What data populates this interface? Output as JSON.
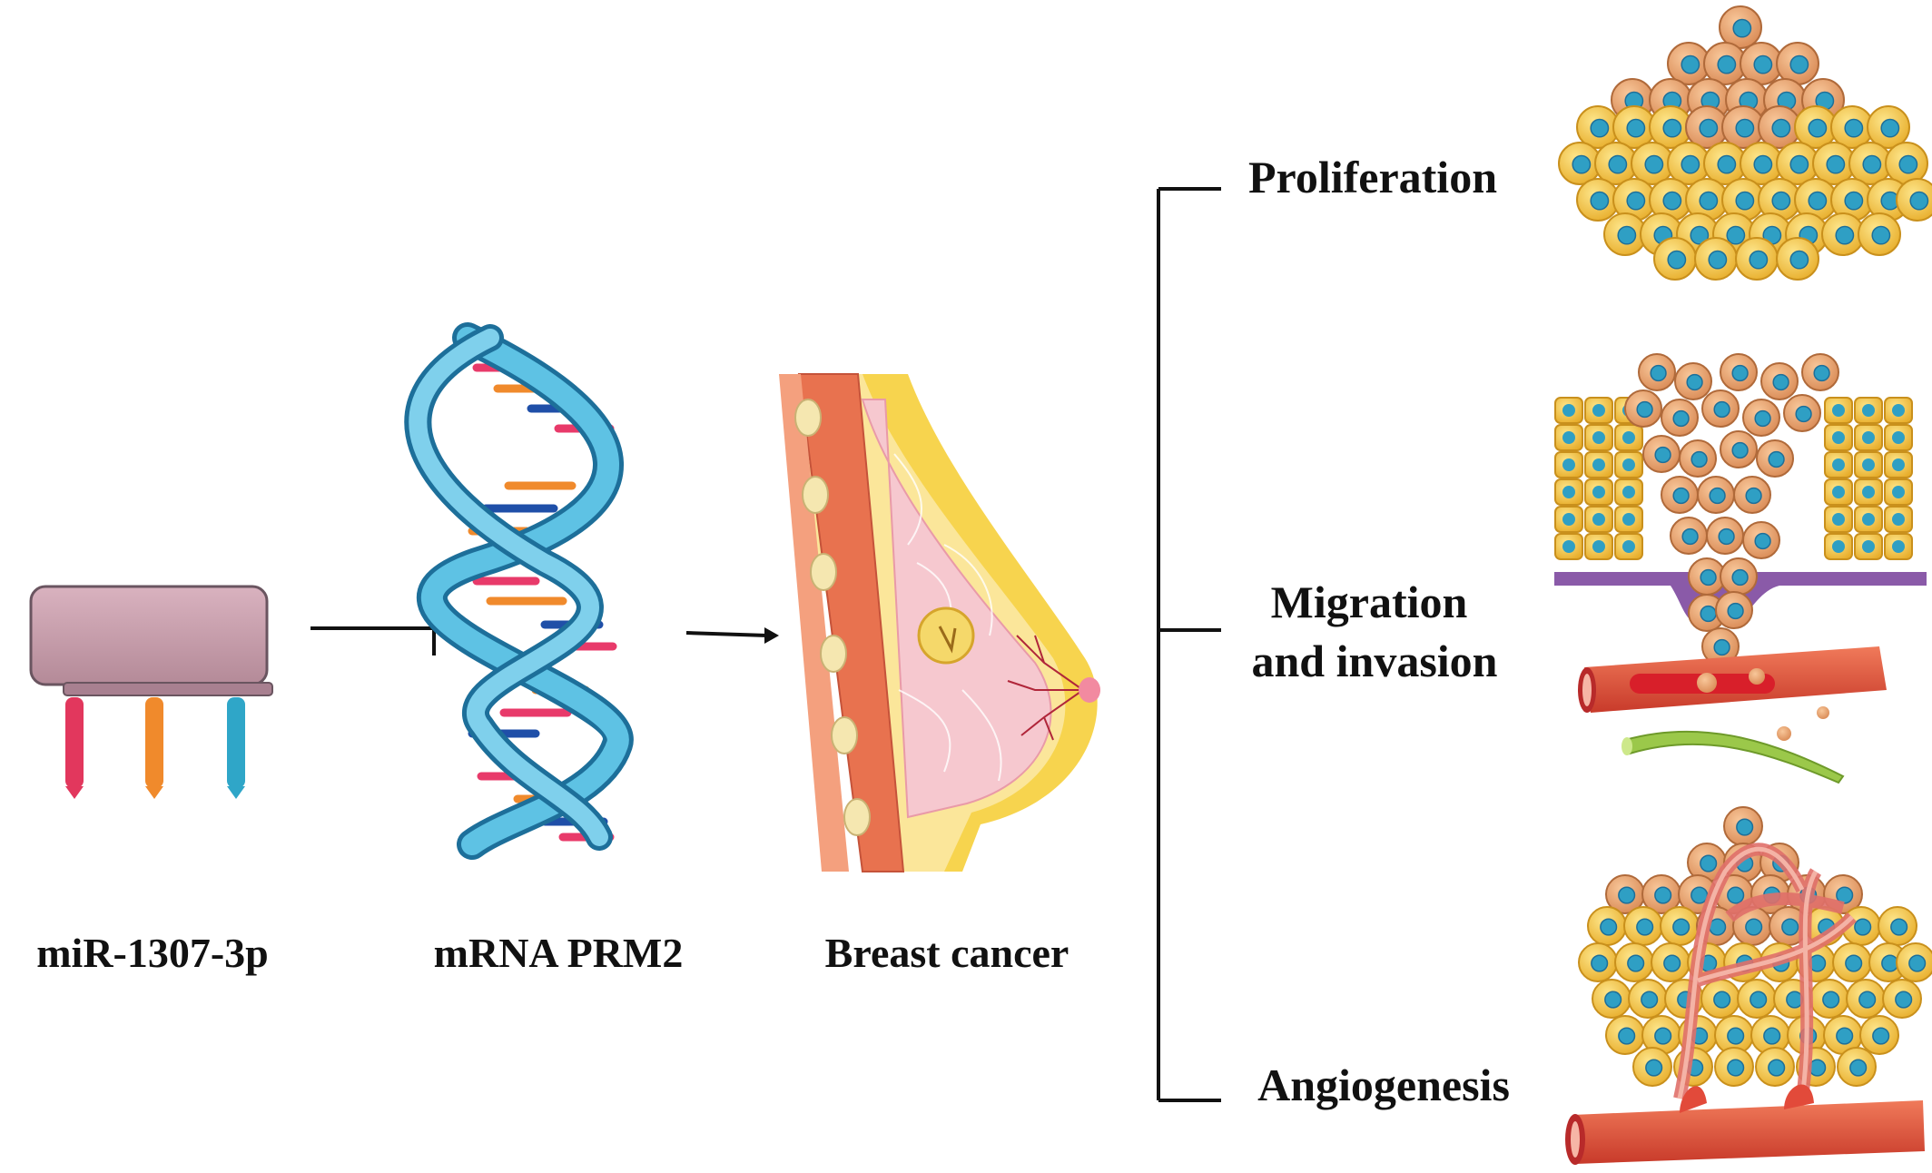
{
  "diagram": {
    "nodes": {
      "mirna": {
        "label": "miR-1307-3p",
        "icon": "microrna-icon"
      },
      "mrna": {
        "label": "mRNA PRM2",
        "icon": "rna-helix-icon"
      },
      "breast_cancer": {
        "label": "Breast cancer",
        "icon": "breast-anatomy-icon"
      }
    },
    "relations": [
      {
        "from": "mirna",
        "to": "mrna",
        "type": "inhibits"
      },
      {
        "from": "mrna",
        "to": "breast_cancer",
        "type": "promotes"
      }
    ],
    "outcomes": [
      {
        "label": "Proliferation",
        "icon": "cell-cluster-icon"
      },
      {
        "label_lines": [
          "Migration",
          "and invasion"
        ],
        "icon": "invading-cells-icon"
      },
      {
        "label": "Angiogenesis",
        "icon": "tumor-vessels-icon"
      }
    ]
  },
  "colors": {
    "cell_body": "#f2c44a",
    "cell_nucleus": "#2f9fc4",
    "tumor_cell": "#e8a36a",
    "vessel": "#e24a3a",
    "tissue_pink": "#f6c8cf",
    "muscle": "#e8724f"
  }
}
